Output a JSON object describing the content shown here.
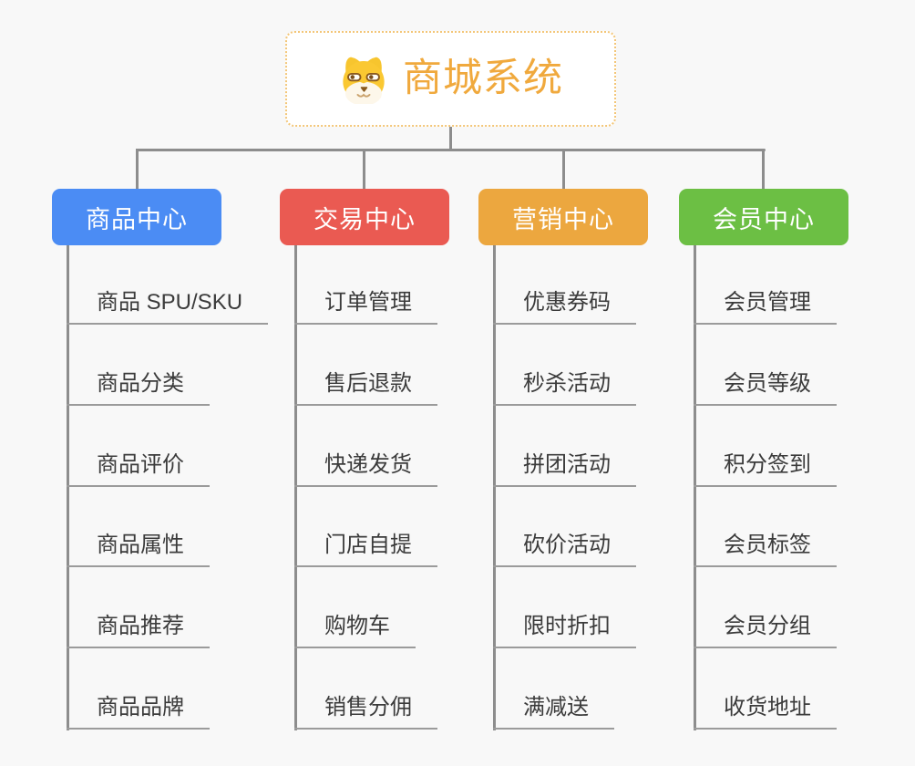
{
  "root": {
    "title": "商城系统",
    "icon": "dog-icon",
    "accent_color": "#f0a93d",
    "border_color": "#f3c678"
  },
  "connector_color": "#8d8d8d",
  "columns": [
    {
      "label": "商品中心",
      "color": "#4b8cf4",
      "items": [
        "商品 SPU/SKU",
        "商品分类",
        "商品评价",
        "商品属性",
        "商品推荐",
        "商品品牌"
      ]
    },
    {
      "label": "交易中心",
      "color": "#ea5a52",
      "items": [
        "订单管理",
        "售后退款",
        "快递发货",
        "门店自提",
        "购物车",
        "销售分佣"
      ]
    },
    {
      "label": "营销中心",
      "color": "#ecA73f",
      "items": [
        "优惠券码",
        "秒杀活动",
        "拼团活动",
        "砍价活动",
        "限时折扣",
        "满减送"
      ]
    },
    {
      "label": "会员中心",
      "color": "#6cbf44",
      "items": [
        "会员管理",
        "会员等级",
        "积分签到",
        "会员标签",
        "会员分组",
        "收货地址"
      ]
    }
  ]
}
